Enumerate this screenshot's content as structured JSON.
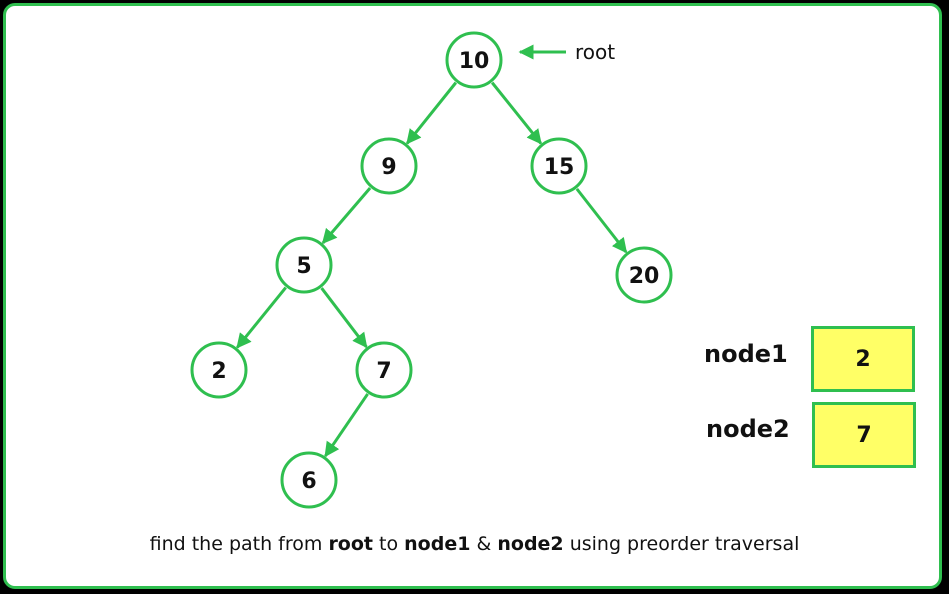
{
  "colors": {
    "accent": "#2fbf4f",
    "box_fill": "#ffff66",
    "text": "#111111"
  },
  "tree": {
    "root_label": "root",
    "nodes": [
      {
        "id": "n10",
        "value": "10"
      },
      {
        "id": "n9",
        "value": "9"
      },
      {
        "id": "n15",
        "value": "15"
      },
      {
        "id": "n5",
        "value": "5"
      },
      {
        "id": "n20",
        "value": "20"
      },
      {
        "id": "n2",
        "value": "2"
      },
      {
        "id": "n7",
        "value": "7"
      },
      {
        "id": "n6",
        "value": "6"
      }
    ],
    "edges": [
      [
        "n10",
        "n9"
      ],
      [
        "n10",
        "n15"
      ],
      [
        "n9",
        "n5"
      ],
      [
        "n15",
        "n20"
      ],
      [
        "n5",
        "n2"
      ],
      [
        "n5",
        "n7"
      ],
      [
        "n7",
        "n6"
      ]
    ]
  },
  "inputs": {
    "node1_label": "node1",
    "node1_value": "2",
    "node2_label": "node2",
    "node2_value": "7"
  },
  "caption": {
    "part1": "find the path from ",
    "root": "root",
    "part2": " to ",
    "node1": "node1",
    "part3": " & ",
    "node2": "node2",
    "part4": " using preorder traversal"
  }
}
